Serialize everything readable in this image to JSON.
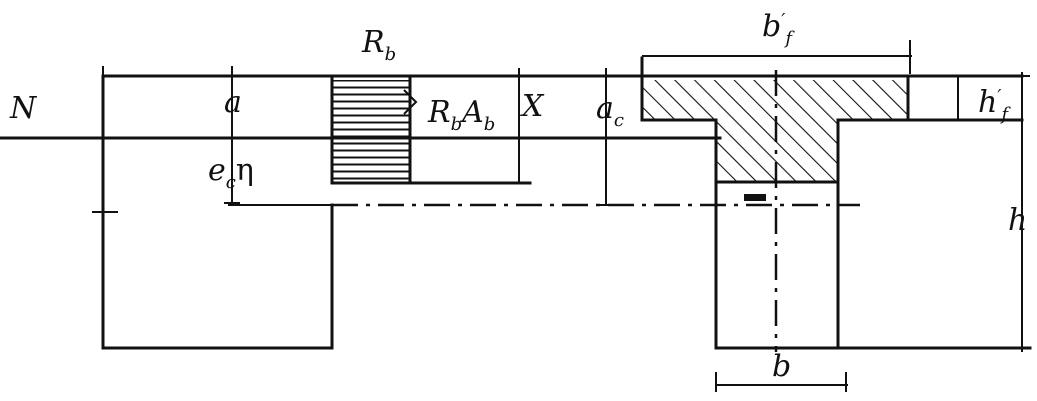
{
  "labels": {
    "N": "N",
    "Rb": "R",
    "Rb_sub": "b",
    "a": "a",
    "RbAb_R": "R",
    "RbAb_rsub": "b",
    "RbAb_A": "A",
    "RbAb_asub": "b",
    "X": "X",
    "ac": "a",
    "ac_sub": "c",
    "ec": "e",
    "ec_sub": "c",
    "eta": "η",
    "bf": "b",
    "bf_prime": "′",
    "bf_sub": "f",
    "hf": "h",
    "hf_prime": "′",
    "hf_sub": "f",
    "h": "h",
    "b": "b"
  },
  "colors": {
    "ink": "#111111",
    "background": "#ffffff"
  }
}
